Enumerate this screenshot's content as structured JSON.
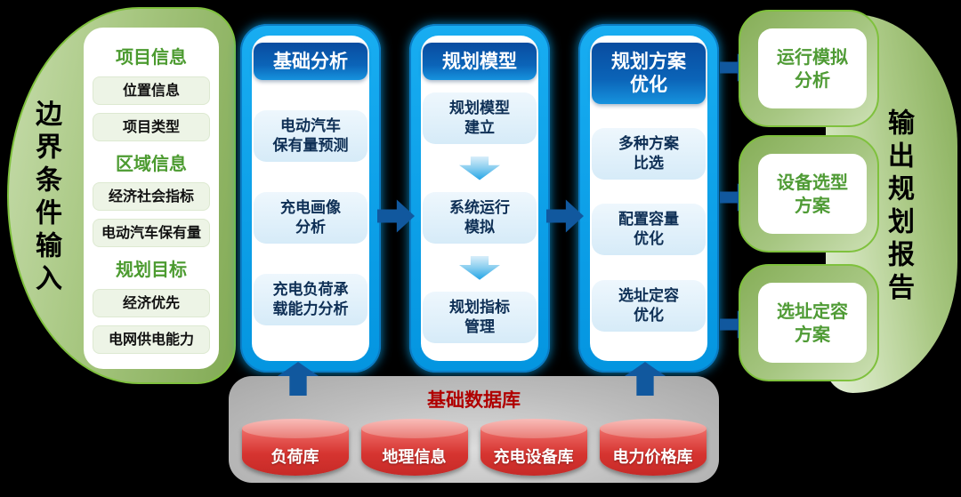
{
  "left_input": {
    "vertical_label": "边界条件输入",
    "sections": [
      {
        "heading": "项目信息",
        "items": [
          "位置信息",
          "项目类型"
        ]
      },
      {
        "heading": "区域信息",
        "items": [
          "经济社会指标",
          "电动汽车保有量"
        ]
      },
      {
        "heading": "规划目标",
        "items": [
          "经济优先",
          "电网供电能力"
        ]
      }
    ]
  },
  "pipeline": [
    {
      "title": "基础分析",
      "steps": [
        "电动汽车\n保有量预测",
        "充电画像\n分析",
        "充电负荷承\n载能力分析"
      ]
    },
    {
      "title": "规划模型",
      "steps": [
        "规划模型\n建立",
        "系统运行\n模拟",
        "规划指标\n管理"
      ]
    },
    {
      "title": "规划方案\n优化",
      "steps": [
        "多种方案\n比选",
        "配置容量\n优化",
        "选址定容\n优化"
      ]
    }
  ],
  "outputs": {
    "vertical_label": "输出规划报告",
    "boxes": [
      "运行模拟\n分析",
      "设备选型\n方案",
      "选址定容\n方案"
    ]
  },
  "database": {
    "title": "基础数据库",
    "stores": [
      "负荷库",
      "地理信息",
      "充电设备库",
      "电力价格库"
    ]
  },
  "colors": {
    "background": "#000000",
    "container_blue": "#0aa2e8",
    "header_blue": "#0b5fb0",
    "arrow_navy": "#11589e",
    "step_pill_blue": "#ddeef9",
    "step_text_navy": "#0e2f55",
    "blob_green": "#a6c67f",
    "edge_lime": "#7fc13d",
    "heading_green": "#4c9b30",
    "pill_green_bg": "#edf4e6",
    "db_panel_gray": "#b5b5b5",
    "db_title_red": "#b00000",
    "cylinder_red": "#d63430"
  }
}
